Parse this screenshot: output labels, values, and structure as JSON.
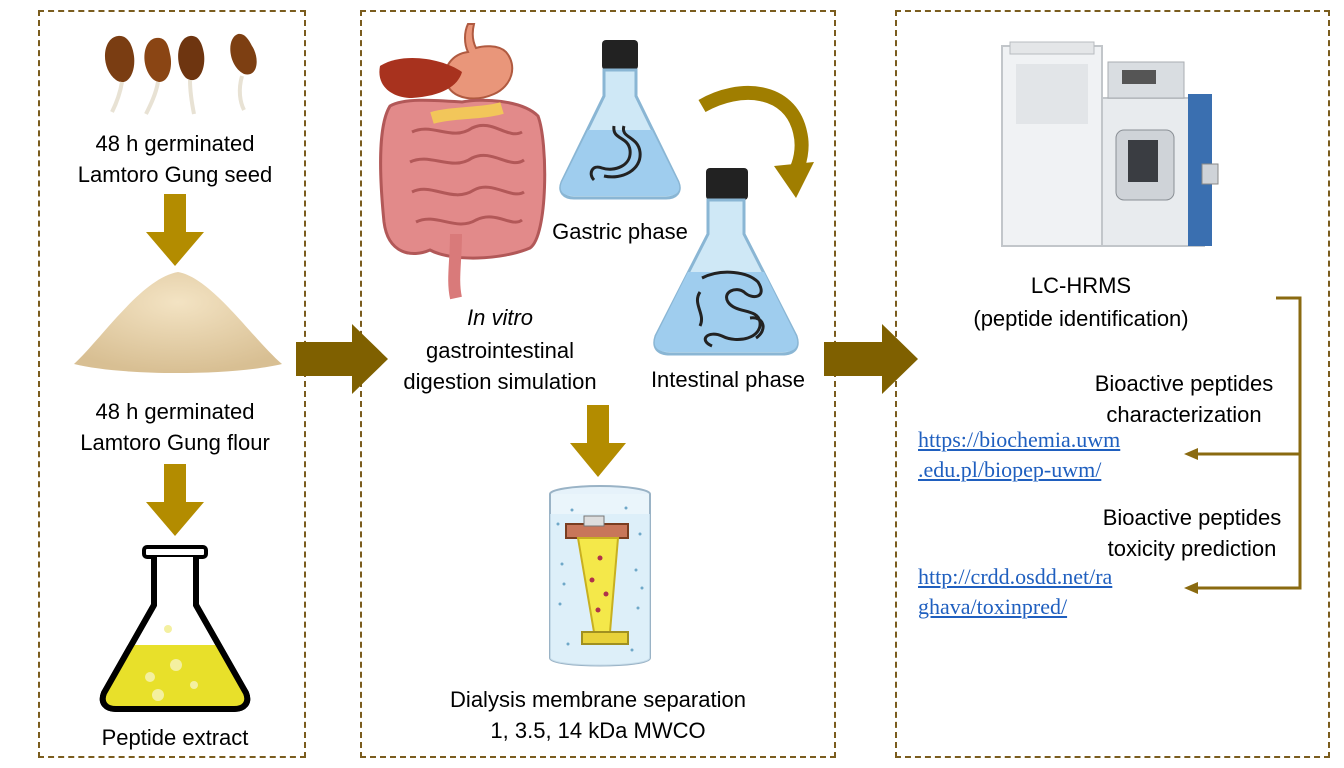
{
  "colors": {
    "arrow": "#b38c00",
    "big_arrow": "#7f6000",
    "border": "#7a5c1e",
    "link": "#1f5fbf",
    "bracket": "#8a6a10"
  },
  "panel1": {
    "seed_line1": "48 h germinated",
    "seed_line2": "Lamtoro Gung seed",
    "flour_line1": "48 h germinated",
    "flour_line2": "Lamtoro Gung flour",
    "extract": "Peptide extract"
  },
  "panel2": {
    "invitro": "In vitro",
    "gi_line2": "gastrointestinal",
    "gi_line3": "digestion simulation",
    "gastric": "Gastric phase",
    "intestinal": "Intestinal phase",
    "dialysis_line1": "Dialysis membrane separation",
    "dialysis_line2": "1, 3.5, 14 kDa MWCO"
  },
  "panel3": {
    "lchrms": "LC-HRMS",
    "lchrms_sub": "(peptide identification)",
    "char_line1": "Bioactive peptides",
    "char_line2": "characterization",
    "link1_line1": "https://biochemia.uwm",
    "link1_line2": ".edu.pl/biopep-uwm/",
    "tox_line1": "Bioactive peptides",
    "tox_line2": "toxicity prediction",
    "link2_line1": "http://crdd.osdd.net/ra",
    "link2_line2": "ghava/toxinpred/"
  },
  "icons": [
    "seed-icon",
    "flour-pile-icon",
    "flask-icon",
    "digestive-system-icon",
    "gastric-flask-icon",
    "intestinal-flask-icon",
    "dialysis-icon",
    "lc-hrms-instrument-icon"
  ]
}
